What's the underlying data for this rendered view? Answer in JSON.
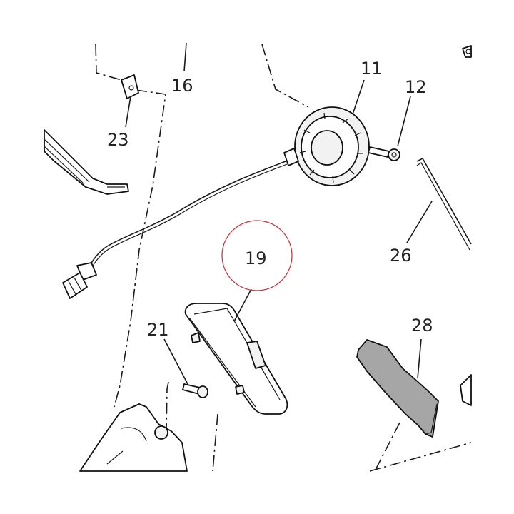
{
  "diagram": {
    "callouts": [
      {
        "id": "11",
        "label": "11"
      },
      {
        "id": "12",
        "label": "12"
      },
      {
        "id": "16",
        "label": "16"
      },
      {
        "id": "19",
        "label": "19"
      },
      {
        "id": "21",
        "label": "21"
      },
      {
        "id": "23",
        "label": "23"
      },
      {
        "id": "26",
        "label": "26"
      },
      {
        "id": "28",
        "label": "28"
      }
    ],
    "highlight_color": "#c0303a",
    "part_shade_color": "#a6a6a6"
  }
}
